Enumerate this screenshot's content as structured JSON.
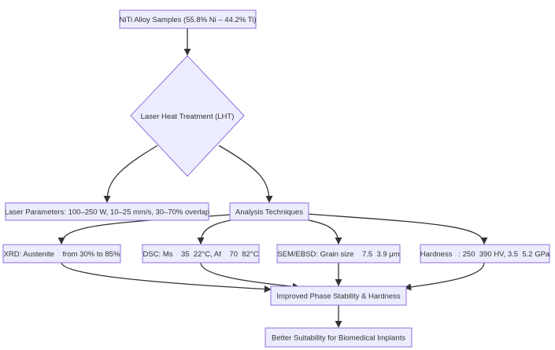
{
  "nodes": {
    "samples": "NiTi Alloy Samples (55.8% Ni – 44.2% Ti)",
    "lht": "Laser Heat Treatment (LHT)",
    "laser_params": "Laser Parameters: 100–250 W, 10–25 mm/s, 30–70% overlap",
    "analysis": "Analysis Techniques",
    "xrd": "XRD: Austenite    from 30% to 85%",
    "dsc": "DSC: Ms    35  22°C, Af    70  82°C",
    "sem": "SEM/EBSD: Grain size    7.5  3.9 μm",
    "hardness": "Hardness   : 250  390 HV, 3.5  5.2 GPa",
    "improved": "Improved Phase Stability & Hardness",
    "suitability": "Better Suitability for Biomedical Implants"
  },
  "colors": {
    "node_fill": "#ececff",
    "node_stroke": "#9370db",
    "edge": "#333333",
    "text": "#333333"
  }
}
